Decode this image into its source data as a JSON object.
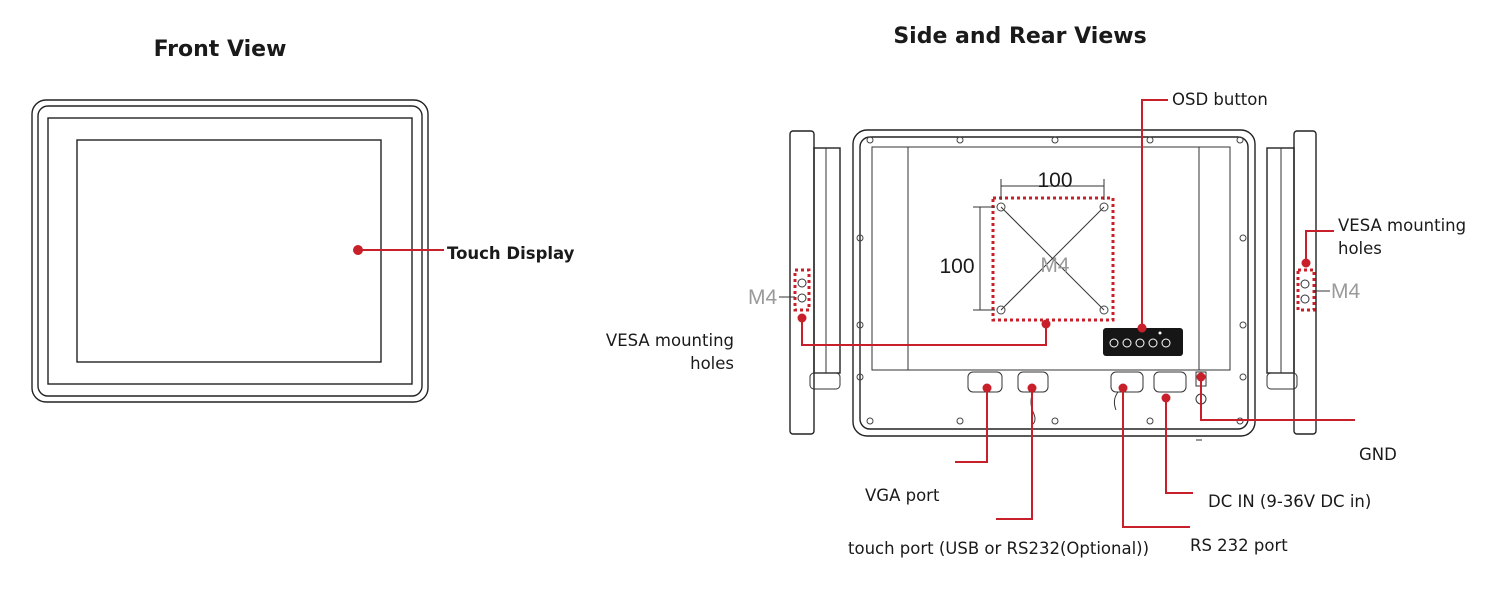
{
  "colors": {
    "accent": "#c8202b",
    "line": "#222222",
    "gray": "#9a9a9a"
  },
  "front": {
    "title": "Front View",
    "labels": {
      "touch_display": "Touch Display"
    }
  },
  "rear": {
    "title": "Side and Rear Views",
    "dimension_h": "100",
    "dimension_v": "100",
    "m4_center": "M4",
    "m4_left": "M4",
    "m4_right": "M4",
    "labels": {
      "osd_button": "OSD button",
      "vesa_right_line1": "VESA mounting",
      "vesa_right_line2": "holes",
      "vesa_left_line1": "VESA mounting",
      "vesa_left_line2": "holes",
      "gnd": "GND",
      "vga_port": "VGA port",
      "dc_in": "DC IN (9-36V DC in)",
      "touch_port": "touch port (USB or RS232(Optional))",
      "rs232_port": "RS 232 port"
    }
  }
}
